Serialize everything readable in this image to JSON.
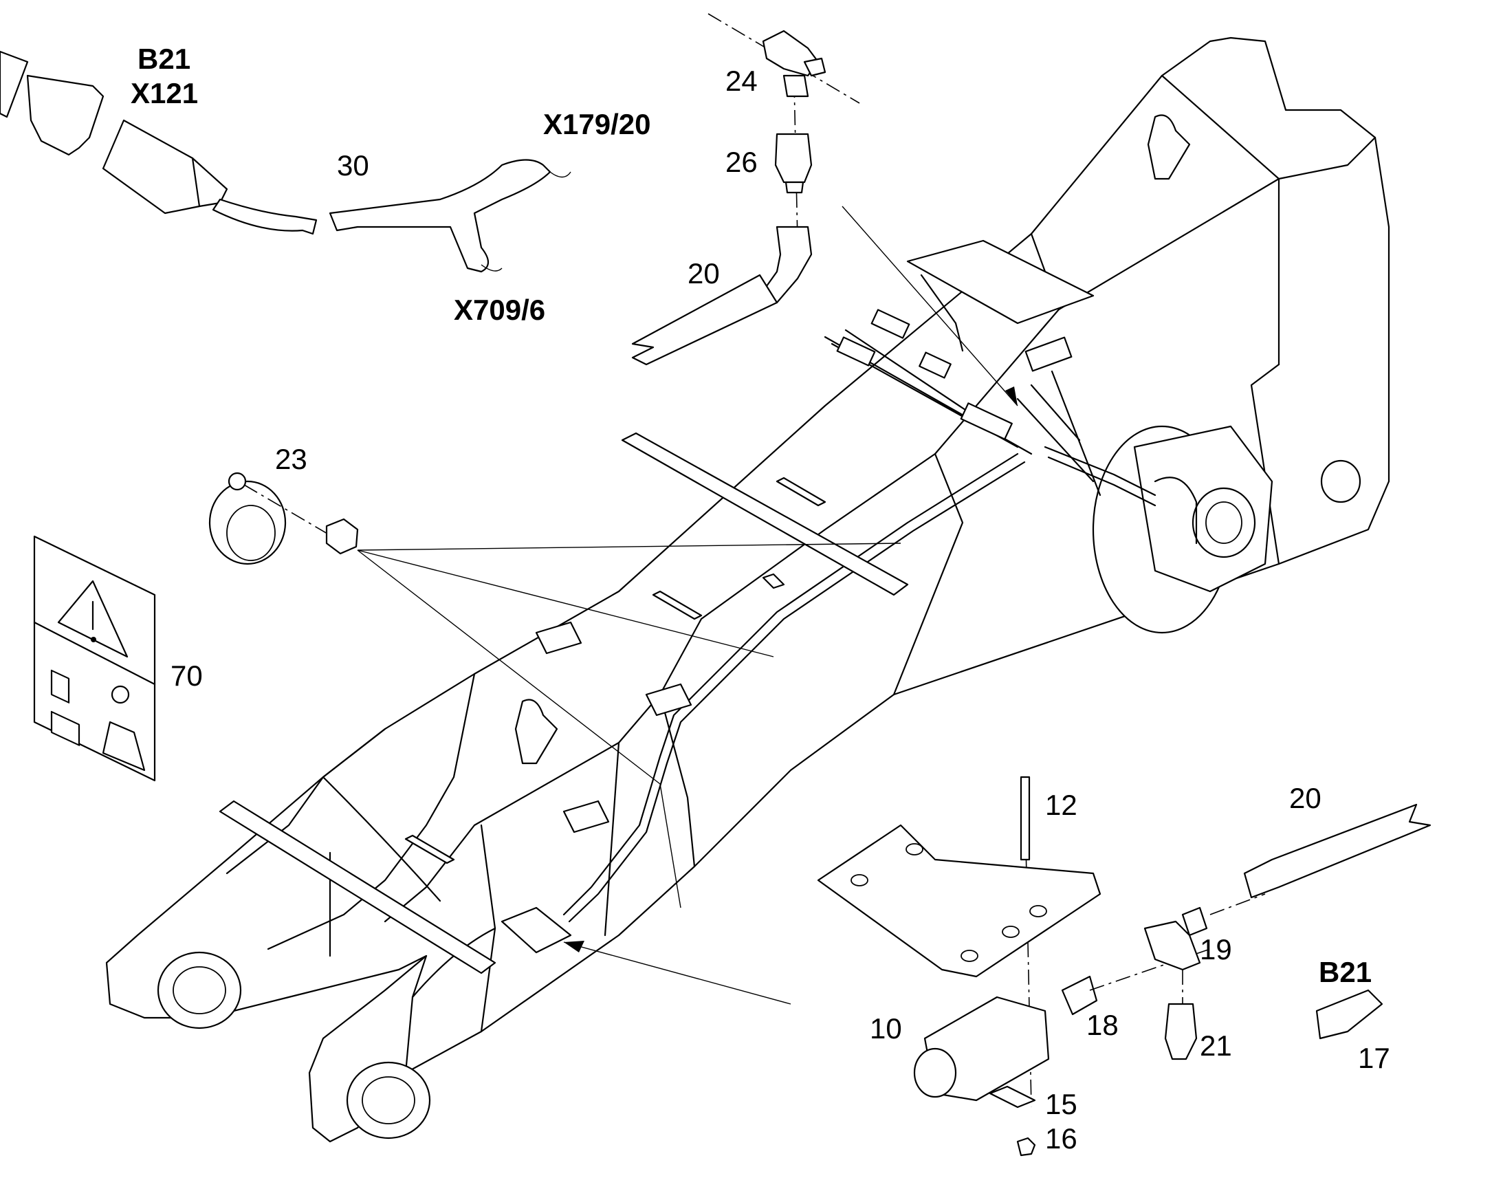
{
  "diagram": {
    "type": "exploded parts drawing (boom with sensor and hydraulic lines)",
    "callouts": {
      "c_b21_top": "B21",
      "c_x121": "X121",
      "c_x179_20": "X179/20",
      "c_30": "30",
      "c_x709_6": "X709/6",
      "c_24": "24",
      "c_26": "26",
      "c_20_top": "20",
      "c_23": "23",
      "c_70": "70",
      "c_12": "12",
      "c_20_right": "20",
      "c_19": "19",
      "c_b21_right": "B21",
      "c_10": "10",
      "c_18": "18",
      "c_21": "21",
      "c_17": "17",
      "c_15": "15",
      "c_16": "16"
    },
    "warning_label": {
      "icons": [
        "warning-triangle-icon",
        "manual-book-icon",
        "lifting-hook-icon",
        "weight-icon"
      ]
    }
  }
}
